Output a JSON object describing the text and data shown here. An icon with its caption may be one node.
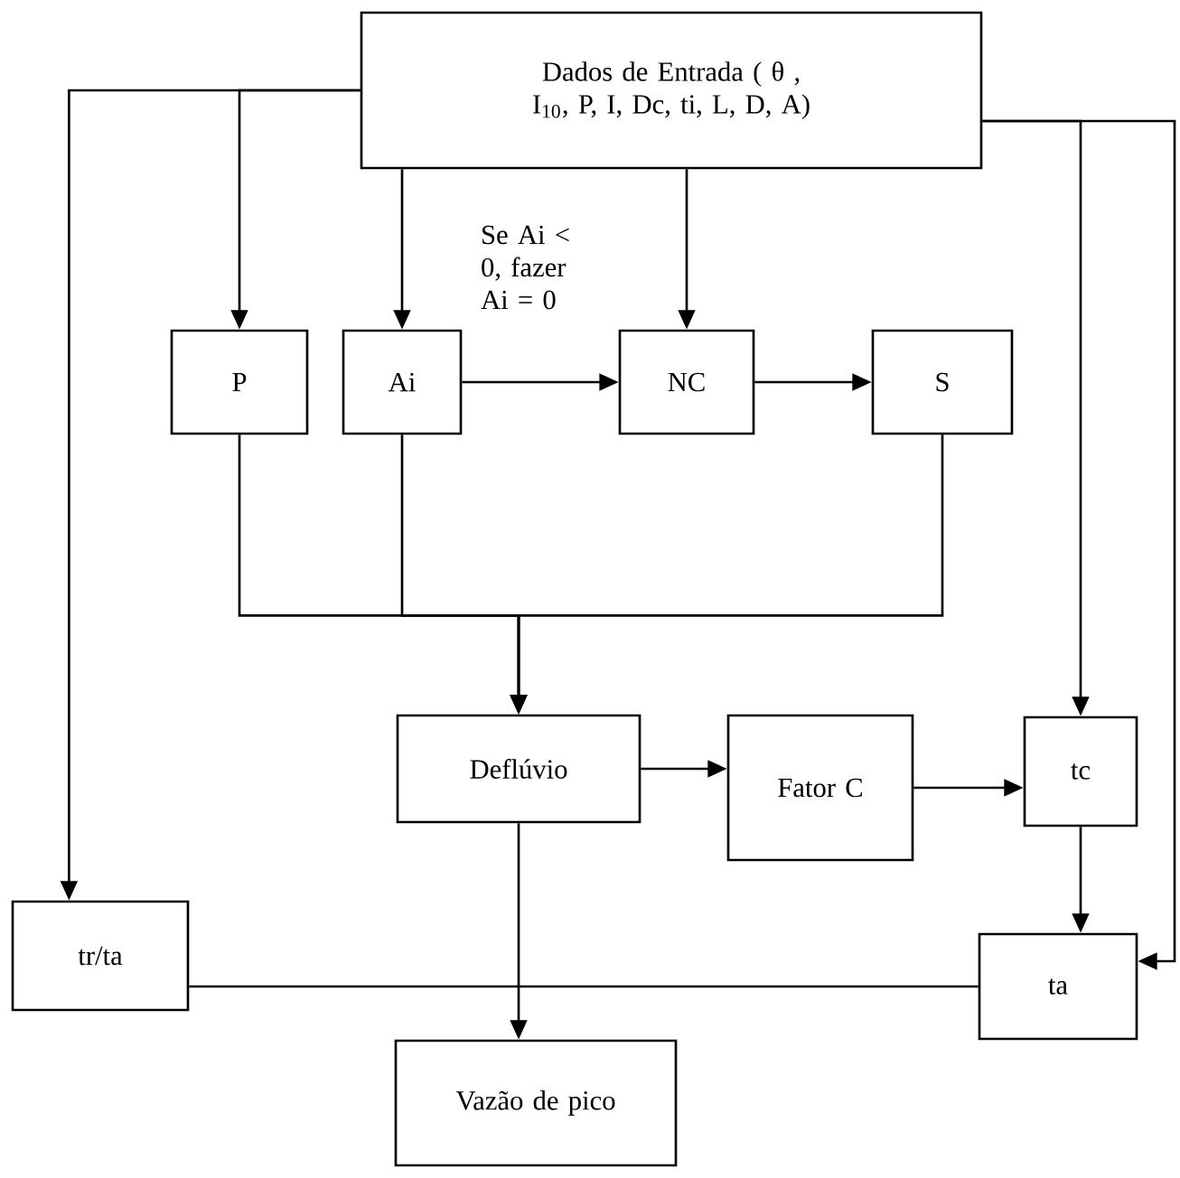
{
  "diagram": {
    "nodes": [
      {
        "text": [
          "Dados de Entrada ( θ , I$_{10}$, P, I, Dc, ti, L, D, A)"
        ]
      },
      {
        "text": [
          "P"
        ]
      },
      {
        "text": [
          "Ai"
        ]
      },
      {
        "text": [
          "NC"
        ]
      },
      {
        "text": [
          "S"
        ]
      },
      {
        "text": [
          "Deflúvio"
        ]
      },
      {
        "text": [
          "Fator C"
        ]
      },
      {
        "text": [
          "tc"
        ]
      },
      {
        "text": [
          "tr/ta"
        ]
      },
      {
        "text": [
          "ta"
        ]
      },
      {
        "text": [
          "Vazão de pico"
        ]
      }
    ],
    "edges": [
      {
        "from": 0,
        "to": 1,
        "arrow": "to"
      },
      {
        "from": 0,
        "to": 2,
        "arrow": "to"
      },
      {
        "from": 0,
        "to": 3,
        "arrow": "to"
      },
      {
        "from": 0,
        "to": 8,
        "arrow": "to"
      },
      {
        "from": 0,
        "to": 7,
        "arrow": "to"
      },
      {
        "from": 0,
        "to": 9,
        "arrow": "to"
      },
      {
        "from": 2,
        "to": 3,
        "arrow": "to",
        "label": "Se Ai < 0, fazer Ai = 0"
      },
      {
        "from": 3,
        "to": 4,
        "arrow": "to"
      },
      {
        "from": 1,
        "to": 5,
        "arrow": "to"
      },
      {
        "from": 2,
        "to": 5,
        "arrow": "to"
      },
      {
        "from": 4,
        "to": 5,
        "arrow": "to"
      },
      {
        "from": 5,
        "to": 6,
        "arrow": "to"
      },
      {
        "from": 6,
        "to": 7,
        "arrow": "to"
      },
      {
        "from": 7,
        "to": 9,
        "arrow": "to"
      },
      {
        "from": 5,
        "to": 10,
        "arrow": "to"
      },
      {
        "from": 9,
        "to": 8,
        "arrow": "none"
      }
    ]
  }
}
